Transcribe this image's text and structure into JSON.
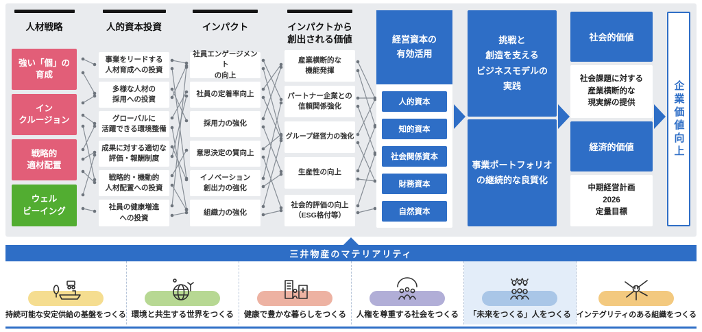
{
  "colors": {
    "accent_blue": "#2e6ec6",
    "pink": "#e25e78",
    "green": "#52ad31",
    "panel_gray": "#e9ebee"
  },
  "columns": [
    {
      "header": "人材戦略",
      "items": [
        {
          "label": "強い「個」の\n育成"
        },
        {
          "label": "イン\nクルージョン"
        },
        {
          "label": "戦略的\n適材配置"
        },
        {
          "label": "ウェル\nビーイング"
        }
      ]
    },
    {
      "header": "人的資本投資",
      "items": [
        {
          "label": "事業をリードする\n人材育成への投資"
        },
        {
          "label": "多様な人材の\n採用への投資"
        },
        {
          "label": "グローバルに\n活躍できる環境整備"
        },
        {
          "label": "成果に対する適切な\n評価・報酬制度"
        },
        {
          "label": "戦略的・機動的\n人材配置への投資"
        },
        {
          "label": "社員の健康増進\nへの投資"
        }
      ]
    },
    {
      "header": "インパクト",
      "items": [
        {
          "label": "社員エンゲージメント\nの向上"
        },
        {
          "label": "社員の定着率向上"
        },
        {
          "label": "採用力の強化"
        },
        {
          "label": "意思決定の質向上"
        },
        {
          "label": "イノベーション\n創出力の強化"
        },
        {
          "label": "組織力の強化"
        }
      ]
    },
    {
      "header": "インパクトから\n創出される価値",
      "items": [
        {
          "label": "産業横断的な\n機能発揮"
        },
        {
          "label": "パートナー企業との\n信頼関係強化"
        },
        {
          "label": "グループ経営力の強化"
        },
        {
          "label": "生産性の向上"
        },
        {
          "label": "社会的評価の向上\n（ESG格付等）"
        }
      ]
    }
  ],
  "capital": {
    "header": "経営資本の\n有効活用",
    "items": [
      {
        "label": "人的資本"
      },
      {
        "label": "知的資本"
      },
      {
        "label": "社会関係資本"
      },
      {
        "label": "財務資本"
      },
      {
        "label": "自然資本"
      }
    ]
  },
  "business_model": {
    "top": "挑戦と\n創造を支える\nビジネスモデルの\n実践",
    "bottom": "事業ポートフォリオ\nの継続的な良質化"
  },
  "outcome": {
    "social_title": "社会的価値",
    "social_desc": "社会課題に対する\n産業横断的な\n現実解の提供",
    "economic_title": "経済的価値",
    "economic_desc": "中期経営計画\n2026\n定量目標"
  },
  "corporate_value": "企業価値向上",
  "materiality": {
    "banner": "三井物産のマテリアリティ",
    "items": [
      {
        "label": "持続可能な安定供給の基盤をつくる",
        "pill_color": "#f5dd90"
      },
      {
        "label": "環境と共生する世界をつくる",
        "pill_color": "#b7d893"
      },
      {
        "label": "健康で豊かな暮らしをつくる",
        "pill_color": "#edb2a2"
      },
      {
        "label": "人権を尊重する社会をつくる",
        "pill_color": "#b1aed7"
      },
      {
        "label": "「未来をつくる」人をつくる",
        "pill_color": "#a9c6e7",
        "highlight_color": "#e3edf9"
      },
      {
        "label": "インテグリティのある組織をつくる",
        "pill_color": "#f3c97f"
      }
    ]
  }
}
